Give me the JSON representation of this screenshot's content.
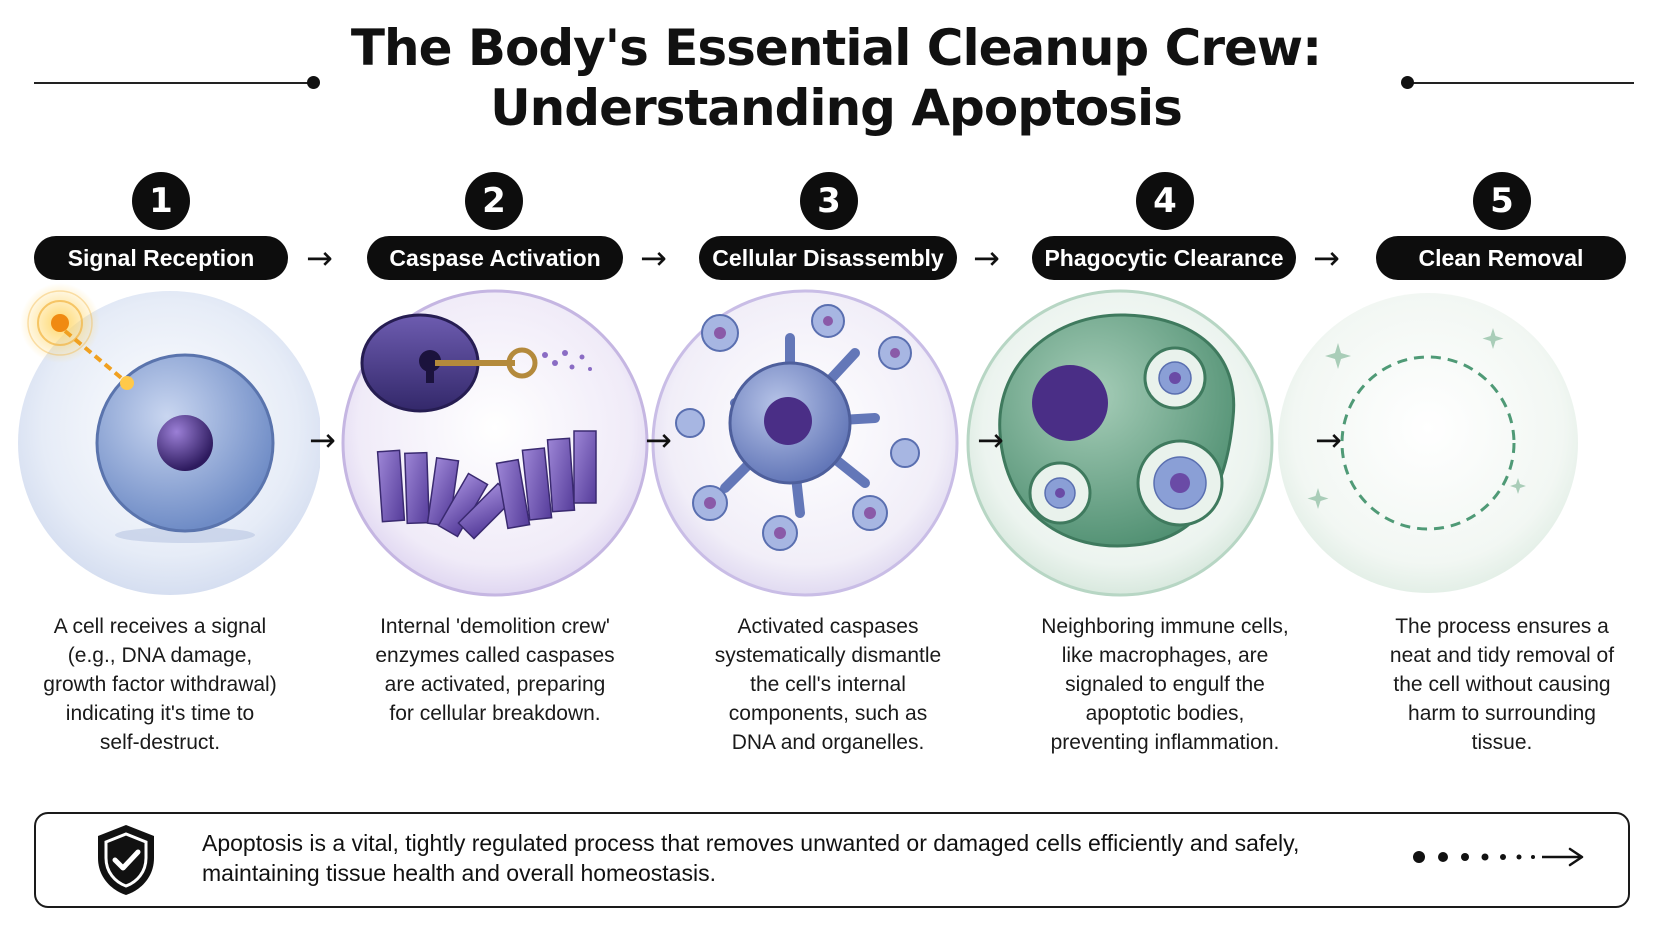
{
  "title": {
    "line1": "The Body's Essential Cleanup Crew:",
    "line2": "Understanding Apoptosis"
  },
  "steps": [
    {
      "number": "1",
      "label": "Signal Reception",
      "description": [
        "A cell receives a signal",
        "(e.g., DNA damage,",
        "growth factor withdrawal)",
        "indicating it's time to",
        "self-destruct."
      ]
    },
    {
      "number": "2",
      "label": "Caspase Activation",
      "description": [
        "Internal 'demolition crew'",
        "enzymes called caspases",
        "are activated, preparing",
        "for cellular breakdown."
      ]
    },
    {
      "number": "3",
      "label": "Cellular Disassembly",
      "description": [
        "Activated caspases",
        "systematically dismantle",
        "the cell's internal",
        "components, such as",
        "DNA and organelles."
      ]
    },
    {
      "number": "4",
      "label": "Phagocytic Clearance",
      "description": [
        "Neighboring immune cells,",
        "like macrophages, are",
        "signaled to engulf the",
        "apoptotic bodies,",
        "preventing inflammation."
      ]
    },
    {
      "number": "5",
      "label": "Clean Removal",
      "description": [
        "The process ensures a",
        "neat and tidy removal of",
        "the cell without causing",
        "harm to surrounding",
        "tissue."
      ]
    }
  ],
  "summary": {
    "line1": "Apoptosis is a vital, tightly regulated process that removes unwanted or damaged cells efficiently and safely,",
    "line2": "maintaining tissue health and overall homeostasis."
  },
  "icons": {
    "flow_arrow": "right-arrow-icon",
    "summary": "shield-check-icon",
    "trail": "dotted-arrow-icon"
  },
  "colors": {
    "pill": "#0d0d0d",
    "cell_blue": "#7f9bd0",
    "nucleus_purple": "#4a2e86",
    "caspase_purple": "#8a6cc4",
    "macrophage_green": "#6aa68c",
    "removal_green": "#4f9a76"
  }
}
